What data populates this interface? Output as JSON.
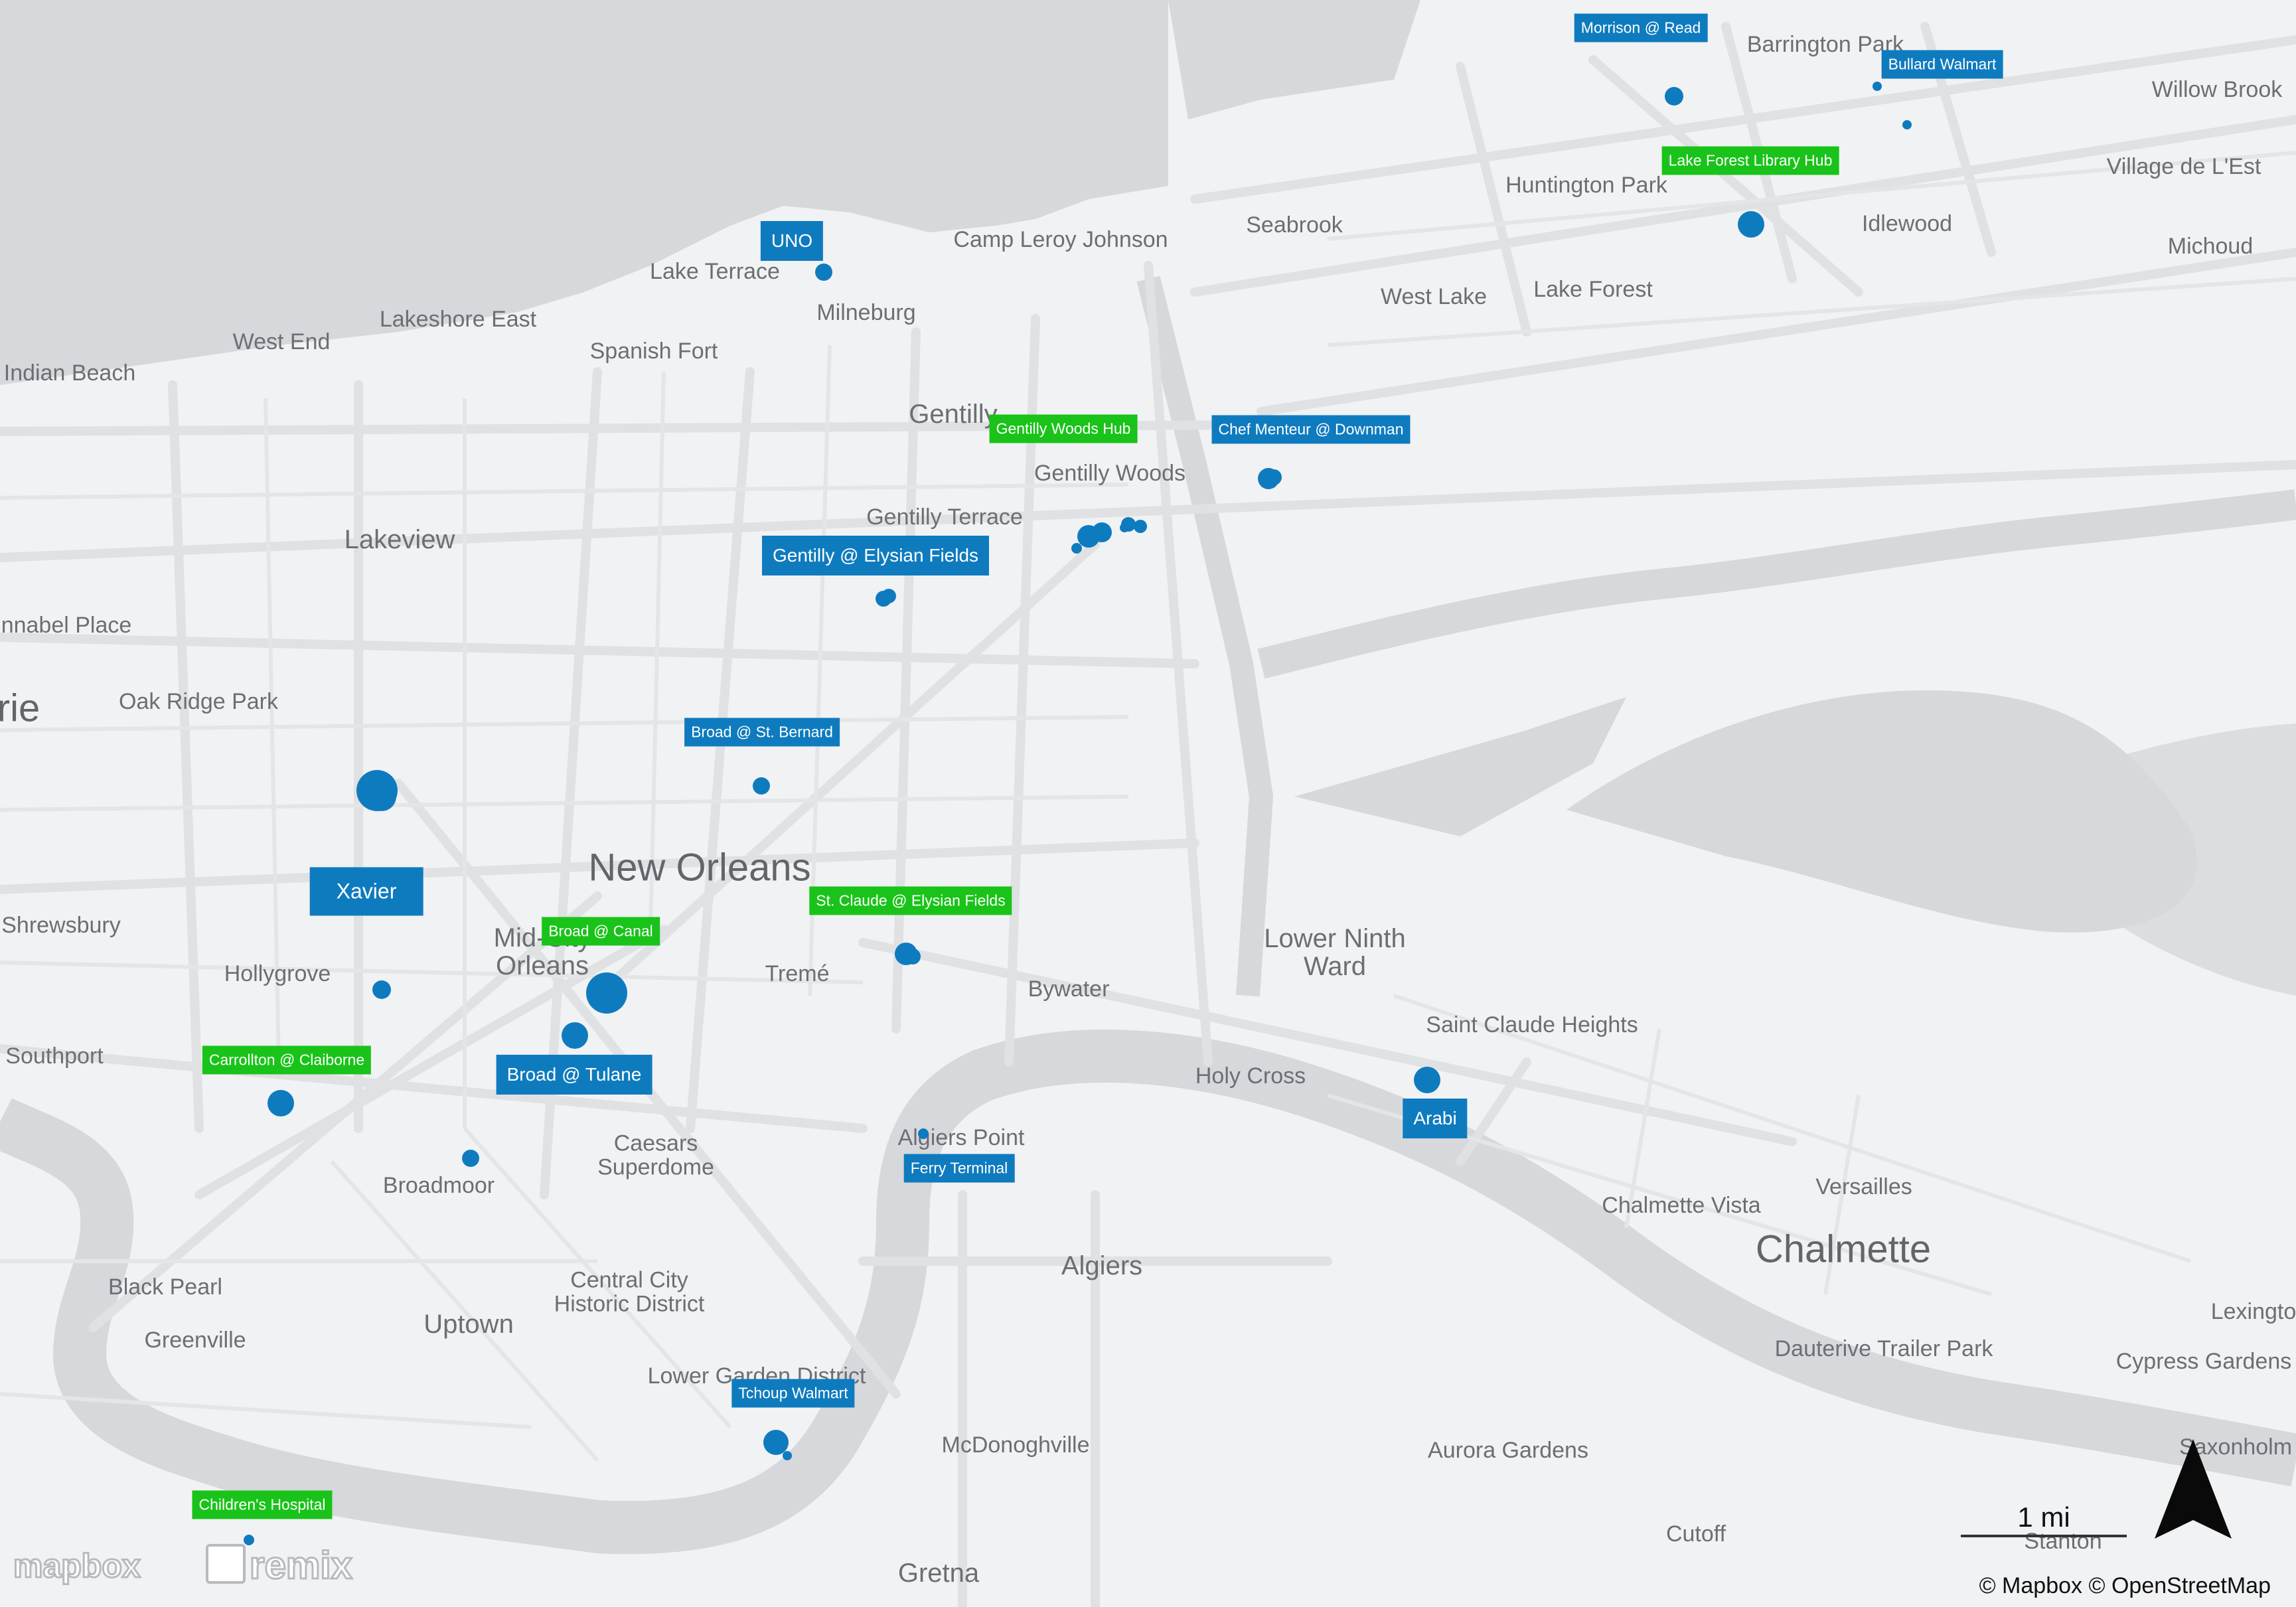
{
  "map": {
    "colors": {
      "water": "#d6d8db",
      "land": "#f1f2f3",
      "road": "#dfe1e3",
      "marker": "#0f7bbf",
      "label_blue": "#0f7bbf",
      "label_green": "#19c319"
    },
    "place_labels": [
      {
        "id": "barrington-park",
        "text": "Barrington Park"
      },
      {
        "id": "willow-brook",
        "text": "Willow Brook"
      },
      {
        "id": "village-de-lest",
        "text": "Village de L'Est"
      },
      {
        "id": "huntington-park",
        "text": "Huntington Park"
      },
      {
        "id": "idlewood",
        "text": "Idlewood"
      },
      {
        "id": "michoud",
        "text": "Michoud"
      },
      {
        "id": "camp-leroy-johnson",
        "text": "Camp Leroy Johnson"
      },
      {
        "id": "seabrook",
        "text": "Seabrook"
      },
      {
        "id": "west-lake",
        "text": "West Lake"
      },
      {
        "id": "lake-forest",
        "text": "Lake Forest"
      },
      {
        "id": "lake-terrace",
        "text": "Lake Terrace"
      },
      {
        "id": "milneburg",
        "text": "Milneburg"
      },
      {
        "id": "lakeshore-east",
        "text": "Lakeshore East"
      },
      {
        "id": "west-end",
        "text": "West End"
      },
      {
        "id": "spanish-fort",
        "text": "Spanish Fort"
      },
      {
        "id": "indian-beach",
        "text": "Indian Beach"
      },
      {
        "id": "gentilly",
        "text": "Gentilly"
      },
      {
        "id": "gentilly-woods",
        "text": "Gentilly Woods"
      },
      {
        "id": "gentilly-terrace",
        "text": "Gentilly Terrace"
      },
      {
        "id": "lakeview",
        "text": "Lakeview"
      },
      {
        "id": "annabel-place",
        "text": "nnabel Place"
      },
      {
        "id": "oak-ridge-park",
        "text": "Oak Ridge Park"
      },
      {
        "id": "rie",
        "text": "rie"
      },
      {
        "id": "new-orleans",
        "text": "New Orleans"
      },
      {
        "id": "mid-city-orleans",
        "text": "Mid-City\nOrleans"
      },
      {
        "id": "shrewsbury",
        "text": "Shrewsbury"
      },
      {
        "id": "hollygrove",
        "text": "Hollygrove"
      },
      {
        "id": "treme",
        "text": "Tremé"
      },
      {
        "id": "bywater",
        "text": "Bywater"
      },
      {
        "id": "lower-ninth-ward",
        "text": "Lower Ninth\nWard"
      },
      {
        "id": "saint-claude-heights",
        "text": "Saint Claude Heights"
      },
      {
        "id": "holy-cross",
        "text": "Holy Cross"
      },
      {
        "id": "southport",
        "text": "Southport"
      },
      {
        "id": "caesars-superdome",
        "text": "Caesars\nSuperdome"
      },
      {
        "id": "algiers-point",
        "text": "Algiers Point"
      },
      {
        "id": "broadmoor",
        "text": "Broadmoor"
      },
      {
        "id": "chalmette-vista",
        "text": "Chalmette Vista"
      },
      {
        "id": "versailles",
        "text": "Versailles"
      },
      {
        "id": "chalmette",
        "text": "Chalmette"
      },
      {
        "id": "algiers",
        "text": "Algiers"
      },
      {
        "id": "central-city",
        "text": "Central City\nHistoric District"
      },
      {
        "id": "black-pearl",
        "text": "Black Pearl"
      },
      {
        "id": "greenville",
        "text": "Greenville"
      },
      {
        "id": "uptown",
        "text": "Uptown"
      },
      {
        "id": "lexington",
        "text": "Lexingto"
      },
      {
        "id": "dauterive",
        "text": "Dauterive Trailer Park"
      },
      {
        "id": "cypress-gardens",
        "text": "Cypress Gardens"
      },
      {
        "id": "lower-garden-district",
        "text": "Lower Garden District"
      },
      {
        "id": "mcdonoghville",
        "text": "McDonoghville"
      },
      {
        "id": "aurora-gardens",
        "text": "Aurora Gardens"
      },
      {
        "id": "saxonholm",
        "text": "Saxonholm"
      },
      {
        "id": "stanton",
        "text": "Stanton"
      },
      {
        "id": "cutoff",
        "text": "Cutoff"
      },
      {
        "id": "gretna",
        "text": "Gretna"
      }
    ],
    "stop_labels": [
      {
        "id": "morrison-read",
        "text": "Morrison @ Read",
        "color": "blue"
      },
      {
        "id": "bullard-walmart",
        "text": "Bullard Walmart",
        "color": "blue"
      },
      {
        "id": "lake-forest-library-hub",
        "text": "Lake Forest Library Hub",
        "color": "green"
      },
      {
        "id": "uno",
        "text": "UNO",
        "color": "blue"
      },
      {
        "id": "gentilly-woods-hub",
        "text": "Gentilly Woods Hub",
        "color": "green"
      },
      {
        "id": "chef-menteur-downman",
        "text": "Chef Menteur @ Downman",
        "color": "blue"
      },
      {
        "id": "gentilly-elysian-fields",
        "text": "Gentilly @ Elysian Fields",
        "color": "blue"
      },
      {
        "id": "broad-st-bernard",
        "text": "Broad @ St. Bernard",
        "color": "blue"
      },
      {
        "id": "xavier",
        "text": "Xavier",
        "color": "blue"
      },
      {
        "id": "st-claude-elysian-fields",
        "text": "St. Claude @ Elysian Fields",
        "color": "green"
      },
      {
        "id": "broad-canal",
        "text": "Broad @ Canal",
        "color": "green"
      },
      {
        "id": "broad-tulane",
        "text": "Broad @ Tulane",
        "color": "blue"
      },
      {
        "id": "carrollton-claiborne",
        "text": "Carrollton @ Claiborne",
        "color": "green"
      },
      {
        "id": "arabi",
        "text": "Arabi",
        "color": "blue"
      },
      {
        "id": "ferry-terminal",
        "text": "Ferry Terminal",
        "color": "blue"
      },
      {
        "id": "tchoup-walmart",
        "text": "Tchoup Walmart",
        "color": "blue"
      },
      {
        "id": "childrens-hospital",
        "text": "Children's Hospital",
        "color": "green"
      }
    ],
    "scale_label": "1 mi",
    "north_arrow_icon": "north-arrow-icon",
    "attribution": "© Mapbox © OpenStreetMap",
    "watermark_mapbox": "mapbox",
    "watermark_remix": "remix"
  }
}
